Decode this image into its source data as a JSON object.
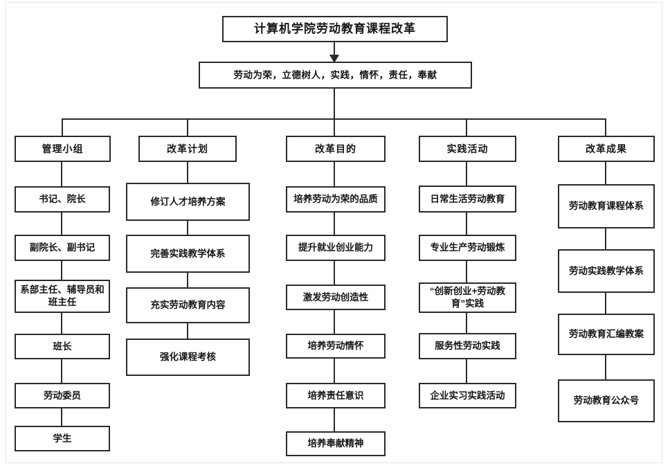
{
  "diagram": {
    "title": "计算机学院劳动教育课程改革",
    "subtitle": "劳动为荣，立德树人，实践，情怀，责任，奉献",
    "columns": [
      {
        "id": "management-group",
        "header": "管理小组",
        "items": [
          "书记、院长",
          "副院长、副书记",
          "系部主任、辅导员和班主任",
          "班长",
          "劳动委员",
          "学生"
        ]
      },
      {
        "id": "reform-plan",
        "header": "改革计划",
        "items": [
          "修订人才培养方案",
          "完善实践教学体系",
          "充实劳动教育内容",
          "强化课程考核"
        ]
      },
      {
        "id": "reform-purpose",
        "header": "改革目的",
        "items": [
          "培养劳动为荣的品质",
          "提升就业创业能力",
          "激发劳动创造性",
          "培养劳动情怀",
          "培养责任意识",
          "培养奉献精神"
        ]
      },
      {
        "id": "practice-activities",
        "header": "实践活动",
        "items": [
          "日常生活劳动教育",
          "专业生产劳动锻炼",
          "“创新创业+劳动教育”实践",
          "服务性劳动实践",
          "企业实习实践活动"
        ]
      },
      {
        "id": "reform-results",
        "header": "改革成果",
        "items": [
          "劳动教育课程体系",
          "劳动实践教学体系",
          "劳动教育汇编教案",
          "劳动教育公众号"
        ]
      }
    ],
    "colors": {
      "line": "#2a2a2a",
      "box_border": "#2a2a2a",
      "text": "#161616",
      "background": "#ffffff"
    }
  }
}
